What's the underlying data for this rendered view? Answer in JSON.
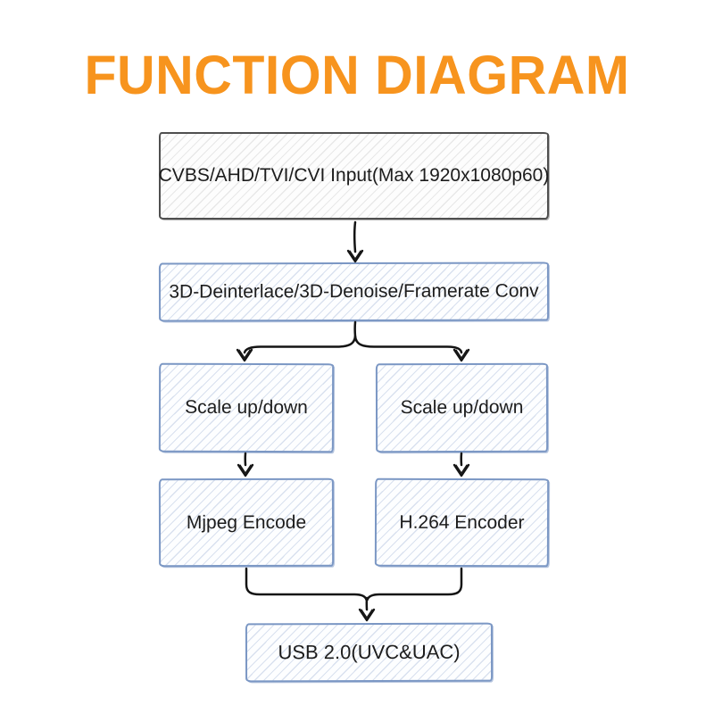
{
  "title": "FUNCTION DIAGRAM",
  "colors": {
    "title_orange": "#F7941E",
    "input_box_border": "#4f4f4f",
    "input_box_hatch": "#e8e8e8",
    "blue_box_border": "#7b97c4",
    "blue_box_hatch": "#d9e1ef",
    "arrow": "#141414",
    "background": "#ffffff"
  },
  "nodes": {
    "input": "CVBS/AHD/TVI/CVI Input(Max 1920x1080p60)",
    "process": "3D-Deinterlace/3D-Denoise/Framerate Conv",
    "scale_left": "Scale up/down",
    "scale_right": "Scale up/down",
    "encode_left": "Mjpeg Encode",
    "encode_right": "H.264 Encoder",
    "output": "USB 2.0(UVC&UAC)"
  }
}
